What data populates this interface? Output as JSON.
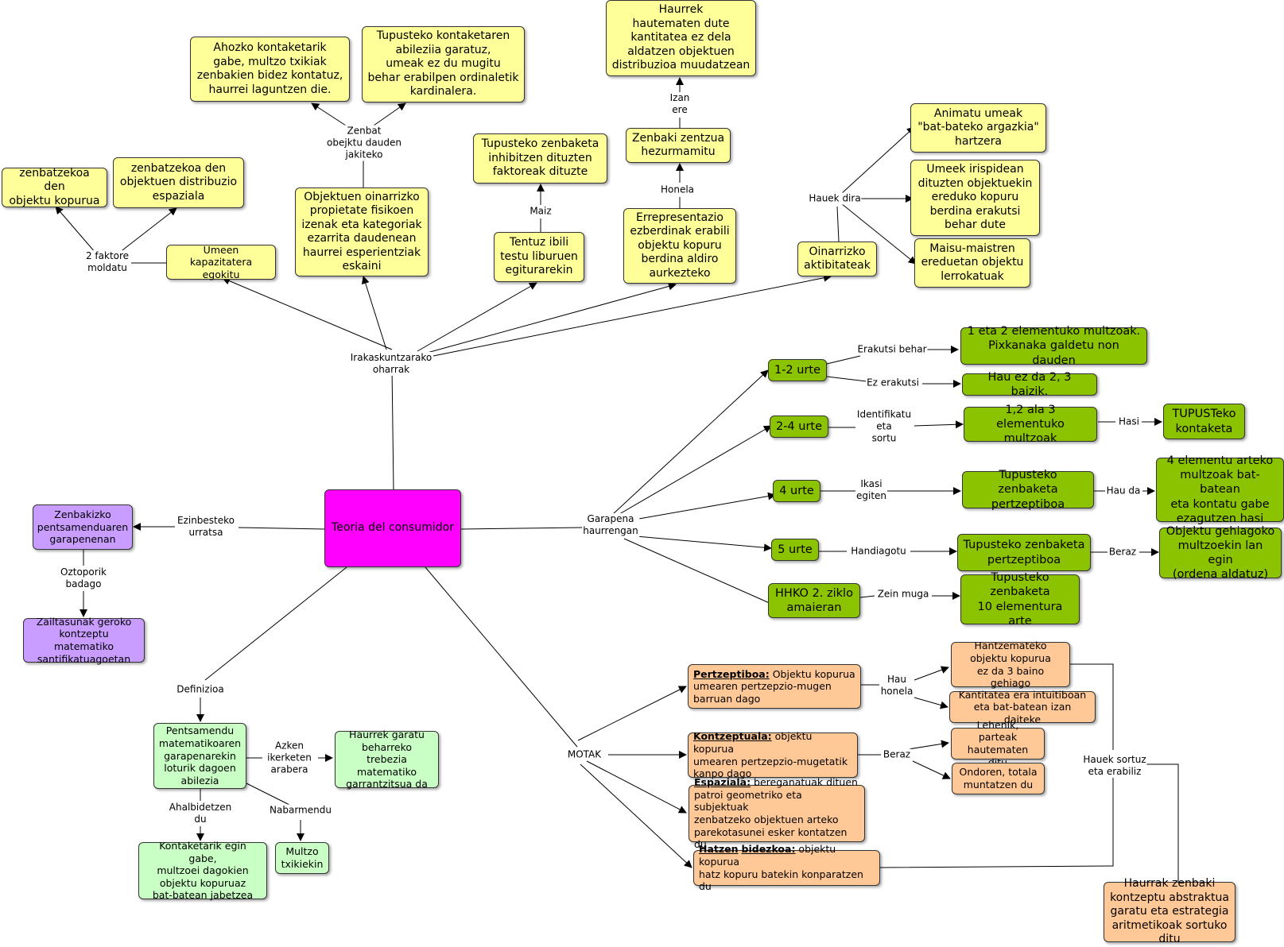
{
  "center": "Teoria del consumidor",
  "nodes": {
    "kop_text": "Ahozko kontaketarik\ngabe, multzo txikiak\nzenbakien bidez kontatuz,\nhaurrei laguntzen die.",
    "tupusteko_abil": "Tupusteko kontaketaren\nabileziia garatuz,\numeak ez du mugitu\nbehar erabilpen ordinaletik\nkardinalera.",
    "haurrek_hauteman": "Haurrek\nhautematen dute\nkantitatea ez dela\naldatzen objektuen\ndistribuzioa muudatzean",
    "zenbatzekoa_distribuzio": "zenbatzekoa den\nobjektuen distribuzio\nespaziala",
    "zenbatzekoa_kopurua": "zenbatzekoa den\nobjektu kopurua",
    "tupusteko_inhib": "Tupusteko zenbaketa\ninhibitzen dituzten\nfaktoreak dituzte",
    "zenbaki_zentzua": "Zenbaki zentzua\nhezurmamitu",
    "animatu": "Animatu umeak\n\"bat-bateko argazkia\"\nhartzera",
    "umeek_irispide": "Umeek irispidean\ndituzten objektuekin\nereduko kopuru\nberdina erakutsi\nbehar dute",
    "maisu": "Maisu-maistren\nereduetan objektu\nlerrokatuak",
    "umeen_kapazitate": "Umeen kapazitatera\negokitu",
    "objektuen_oinarrizko": "Objektuen oinarrizko\npropietate fisikoen\nizenak eta kategoriak\nezarrita daudenean\nhaurrei esperientziak\neskaini",
    "tentuz": "Tentuz ibili\ntestu liburuen\negiturarekin",
    "errepresentazio": "Errepresentazio\nezberdinak erabili\nobjektu kopuru\nberdina aldiro\naurkezteko",
    "oinarrizko_aktib": "Oinarrizko\naktibitateak",
    "g_1_2": "1-2 urte",
    "g_1_2_a": "1 eta 2 elementuko multzoak.\nPixkanaka galdetu non dauden",
    "g_1_2_b": "Hau ez da 2, 3 baizik.",
    "g_2_4": "2-4 urte",
    "g_2_4_a": "1,2 ala 3\nelementuko multzoak",
    "g_tupus_kont": "TUPUSTeko\nkontaketa",
    "g_4": "4 urte",
    "g_4_a": "Tupusteko zenbaketa\npertzeptiboa",
    "g_4_b": "4 elementu arteko\nmultzoak bat-batean\neta kontatu gabe\nezagutzen hasi",
    "g_5": "5 urte",
    "g_5_a": "Tupusteko zenbaketa\npertzeptiboa",
    "g_5_b": "Objektu gehiagoko\nmultzoekin lan egin\n(ordena aldatuz)",
    "g_hhko": "HHKO 2. ziklo\namaieran",
    "g_hhko_a": "Tupusteko\nzenbaketa\n10 elementura arte",
    "zenbakizko": "Zenbakizko\npentsamenduaren\ngarapenenan",
    "zailtasunak": "Zailtasunak geroko\nkontzeptu matematiko\nsantifikatuagoetan",
    "pentsamendu": "Pentsamendu\nmatematikoaren\ngarapenarekin\nloturik dagoen\nabilezia",
    "haurrek_garatu": "Haurrek garatu\nbeharreko trebezia\nmatematiko\ngarrantzitsua da",
    "kontaketarik": "Kontaketarik egin gabe,\nmultzoei dagokien\nobjektu kopuruaz\nbat-batean jabetzea",
    "multzo_txiki": "Multzo\ntxikiekin",
    "hantzemateko": "Hantzemateko\nobjektu  kopurua\nez da 3 baino gehiago",
    "kantitatea": "Kantitatea era intuitiboan\neta bat-batean izan daiteke",
    "lehenik": "Lehenik, parteak\nhautematen ditu",
    "ondoren": "Ondoren, totala\nmuntatzen du",
    "haurrak_zenbaki": "Haurrak zenbaki\nkontzeptu abstraktua\ngaratu eta estrategia\naritmetikoak sortuko ditu"
  },
  "types": {
    "pertzeptiboa_head": "Pertzeptiboa:",
    "pertzeptiboa_text": " Objektu kopurua\numearen pertzepzio-mugen\nbarruan dago",
    "kontzeptuala_head": "Kontzeptuala:",
    "kontzeptuala_text": " objektu kopurua\numearen pertzepzio-mugetatik\nkanpo dago",
    "espaziala_head": "Espaziala:",
    "espaziala_text": " bereganatuak dituen\npatroi geometriko eta subjektuak\nzenbatzeko objektuen arteko\nparekotasunei esker kontatzen du",
    "hatzen_head1": "Hatzen",
    "hatzen_head2": "bidezkoa:",
    "hatzen_text": " objektu kopurua\nhatz kopuru batekin konparatzen du"
  },
  "labels": {
    "irakaskuntza": "Irakaskuntzarako\noharrak",
    "zenbat_obj": "Zenbat\nobejktu dauden\njakiteko",
    "izan_ere": "Izan\nere",
    "honela": "Honela",
    "maiz": "Maiz",
    "hauek_dira": "Hauek dira",
    "bi_faktore": "2 faktore\nmoldatu",
    "garapena": "Garapena\nhaurrengan",
    "erakutsi_behar": "Erakutsi behar",
    "ez_erakutsi": "Ez erakutsi",
    "identifikatu": "Identifikatu\neta\nsortu",
    "hasi": "Hasi",
    "ikasi": "Ikasi\negiten",
    "hau_da": "Hau da",
    "handiagotu": "Handiagotu",
    "beraz1": "Beraz",
    "zein_muga": "Zein muga",
    "ezinbesteko": "Ezinbesteko\nurratsa",
    "oztoporik": "Oztoporik\nbadago",
    "definizioa": "Definizioa",
    "azken": "Azken\nikerketen\narabera",
    "ahalbidetzen": "Ahalbidetzen\ndu",
    "nabarmendu": "Nabarmendu",
    "motak": "MOTAK",
    "hau_honela": "Hau\nhonela",
    "beraz2": "Beraz",
    "hauek_sortuz": "Hauek sortuz\neta erabiliz"
  },
  "colors": {
    "yellow": "#ffff9a",
    "green": "#8cc300",
    "purple": "#c99cff",
    "light_green": "#c9ffc4",
    "orange": "#ffc896",
    "magenta": "#ff00ff"
  }
}
